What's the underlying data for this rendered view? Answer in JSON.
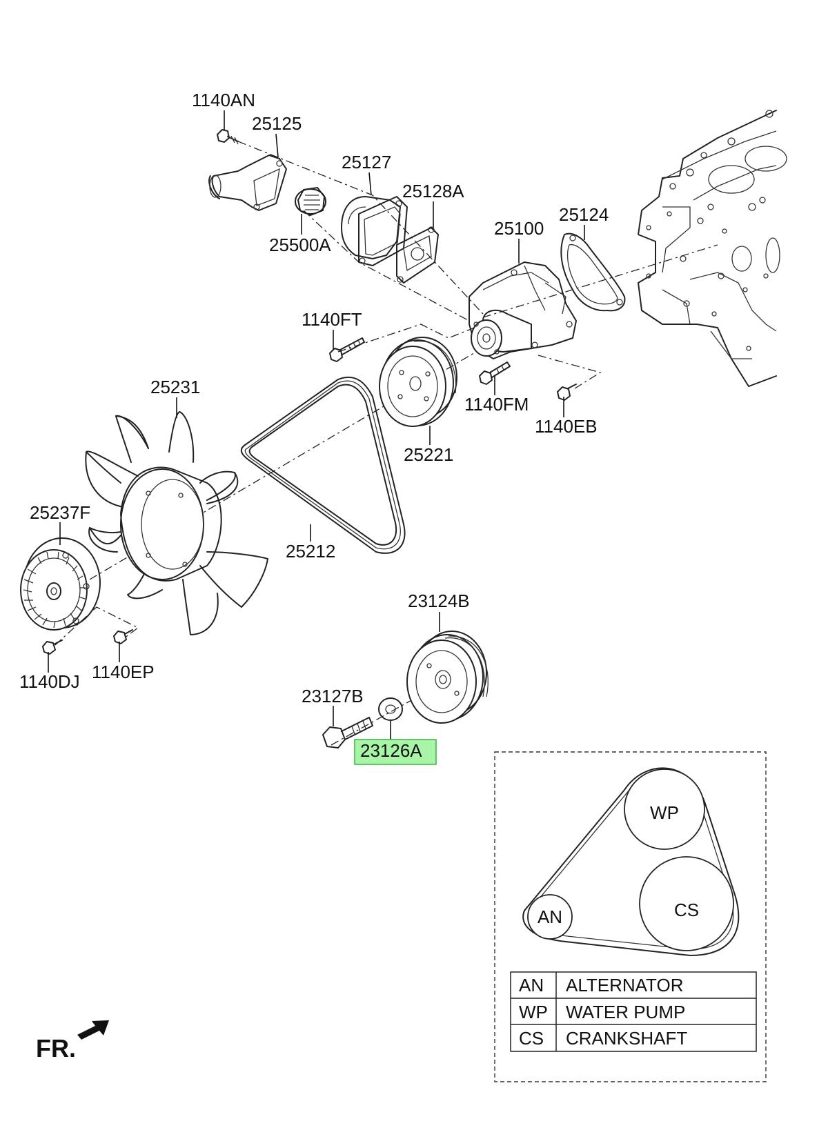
{
  "labels": {
    "p1140AN": "1140AN",
    "p25125": "25125",
    "p25127": "25127",
    "p25128A": "25128A",
    "p25500A": "25500A",
    "p25100": "25100",
    "p25124": "25124",
    "p1140FT": "1140FT",
    "p25231": "25231",
    "p1140FM": "1140FM",
    "p1140EB": "1140EB",
    "p25221": "25221",
    "p25237F": "25237F",
    "p25212": "25212",
    "p23124B": "23124B",
    "p1140DJ": "1140DJ",
    "p1140EP": "1140EP",
    "p23127B": "23127B",
    "p23126A": "23126A"
  },
  "highlight": {
    "part": "23126A",
    "fill_color": "#a8f5a8",
    "border_color": "#3cb043"
  },
  "front_marker": "FR.",
  "belt_layout": {
    "pulleys": {
      "wp": "WP",
      "cs": "CS",
      "an": "AN"
    },
    "legend": [
      {
        "code": "AN",
        "name": "ALTERNATOR"
      },
      {
        "code": "WP",
        "name": "WATER PUMP"
      },
      {
        "code": "CS",
        "name": "CRANKSHAFT"
      }
    ]
  }
}
